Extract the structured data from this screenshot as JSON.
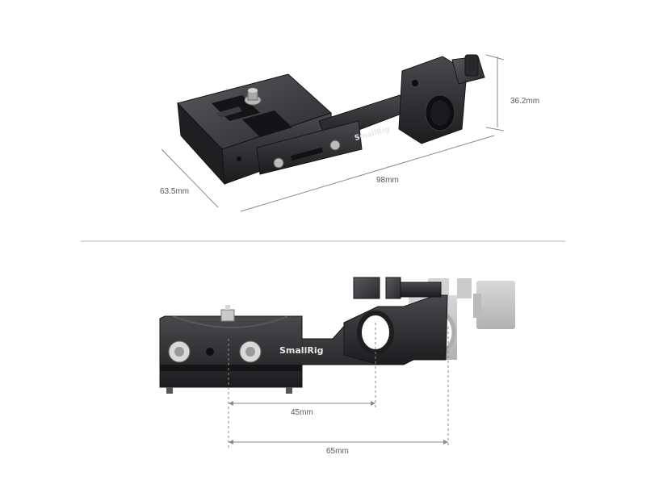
{
  "product": {
    "brand": "SmallRig"
  },
  "top_view": {
    "dimensions": {
      "height": "36.2mm",
      "length": "98mm",
      "width": "63.5mm"
    }
  },
  "side_view": {
    "dimensions": {
      "offset_short": "45mm",
      "offset_long": "65mm"
    }
  },
  "colors": {
    "metal": "#2b2b2d",
    "metal_light": "#4a4a4d",
    "ghost": "#bdbdbd",
    "line": "#8a8a8a",
    "text": "#5a5a5a"
  }
}
